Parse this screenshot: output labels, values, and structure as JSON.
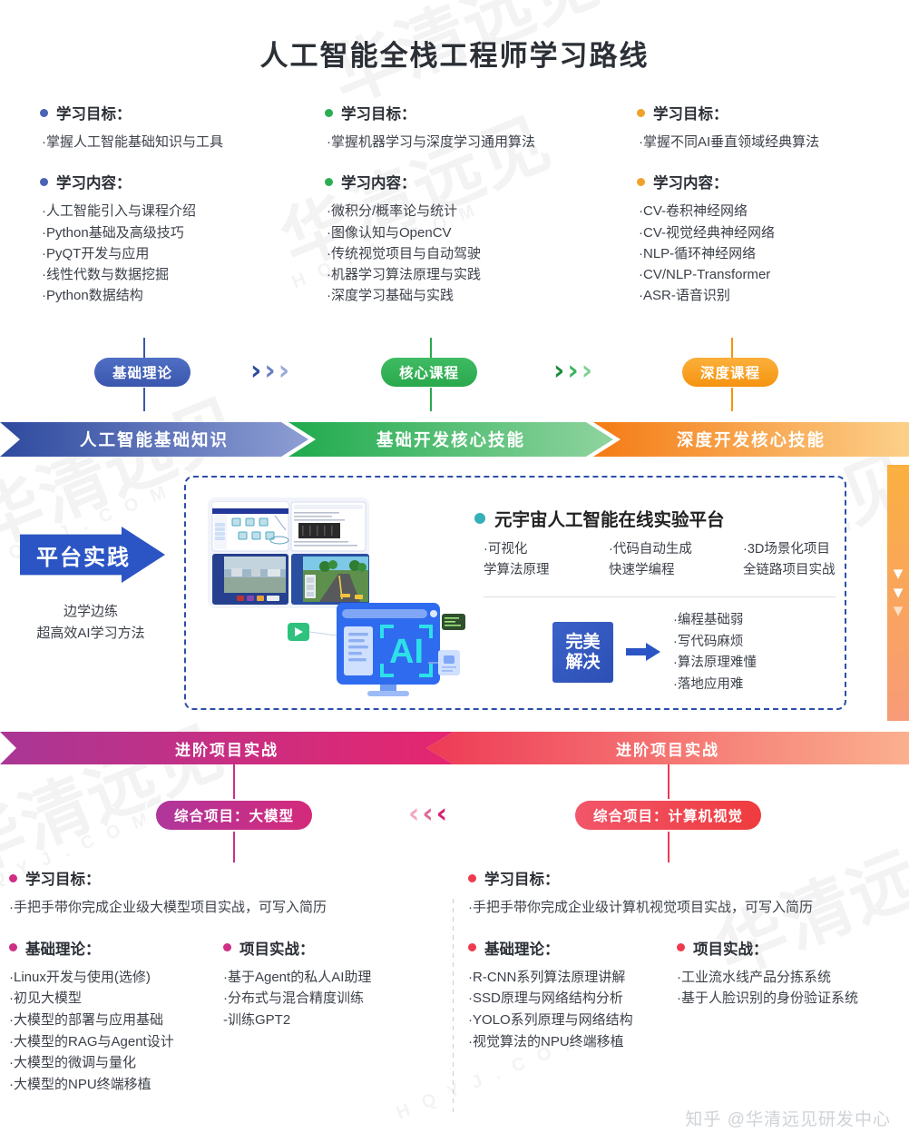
{
  "title": "人工智能全栈工程师学习路线",
  "columns": [
    {
      "accent": "#4a63b5",
      "goal_label": "学习目标：",
      "goals": [
        "·掌握人工智能基础知识与工具"
      ],
      "content_label": "学习内容：",
      "contents": [
        "·人工智能引入与课程介绍",
        "·Python基础及高级技巧",
        "·PyQT开发与应用",
        "·线性代数与数据挖掘",
        "·Python数据结构"
      ],
      "pill": "基础理论",
      "banner": "人工智能基础知识"
    },
    {
      "accent": "#2cad52",
      "goal_label": "学习目标：",
      "goals": [
        "·掌握机器学习与深度学习通用算法"
      ],
      "content_label": "学习内容：",
      "contents": [
        "·微积分/概率论与统计",
        "·图像认知与OpenCV",
        "·传统视觉项目与自动驾驶",
        "·机器学习算法原理与实践",
        "·深度学习基础与实践"
      ],
      "pill": "核心课程",
      "banner": "基础开发核心技能"
    },
    {
      "accent": "#f0a32a",
      "goal_label": "学习目标：",
      "goals": [
        "·掌握不同AI垂直领域经典算法"
      ],
      "content_label": "学习内容：",
      "contents": [
        "·CV-卷积神经网络",
        "·CV-视觉经典神经网络",
        "·NLP-循环神经网络",
        "·CV/NLP-Transformer",
        "·ASR-语音识别"
      ],
      "pill": "深度课程",
      "banner": "深度开发核心技能"
    }
  ],
  "platform": {
    "arrow_label": "平台实践",
    "sub_line1": "边学边练",
    "sub_line2": "超高效AI学习方法",
    "heading": "元宇宙人工智能在线实验平台",
    "features": [
      {
        "top": "·可视化",
        "bottom": "学算法原理"
      },
      {
        "top": "·代码自动生成",
        "bottom": "快速学编程"
      },
      {
        "top": "·3D场景化项目",
        "bottom": "全链路项目实战"
      }
    ],
    "solve_line1": "完美",
    "solve_line2": "解决",
    "pain_points": [
      "·编程基础弱",
      "·写代码麻烦",
      "·算法原理难懂",
      "·落地应用难"
    ],
    "monitor_label": "AI"
  },
  "advanced": {
    "banner_left": "进阶项目实战",
    "banner_right": "进阶项目实战",
    "pill_left": "综合项目：大模型",
    "pill_right": "综合项目：计算机视觉"
  },
  "bottom": [
    {
      "accent": "#cf2f85",
      "goal_label": "学习目标：",
      "goal": "·手把手带你完成企业级大模型项目实战，可写入简历",
      "theory_label": "基础理论：",
      "theory": [
        "·Linux开发与使用(选修)",
        "·初见大模型",
        "·大模型的部署与应用基础",
        "·大模型的RAG与Agent设计",
        "·大模型的微调与量化",
        "·大模型的NPU终端移植"
      ],
      "practice_label": "项目实战：",
      "practice": [
        "·基于Agent的私人AI助理",
        "·分布式与混合精度训练",
        " -训练GPT2"
      ]
    },
    {
      "accent": "#ee3a4e",
      "goal_label": "学习目标：",
      "goal": "·手把手带你完成企业级计算机视觉项目实战，可写入简历",
      "theory_label": "基础理论：",
      "theory": [
        "·R-CNN系列算法原理讲解",
        "·SSD原理与网络结构分析",
        "·YOLO系列原理与网络结构",
        "·视觉算法的NPU终端移植"
      ],
      "practice_label": "项目实战：",
      "practice": [
        "·工业流水线产品分拣系统",
        "·基于人脸识别的身份验证系统"
      ]
    }
  ],
  "footer": "知乎 @华清远见研发中心",
  "watermarks": {
    "brand": "华清远见",
    "domain": "H Q Y J . C O M"
  }
}
